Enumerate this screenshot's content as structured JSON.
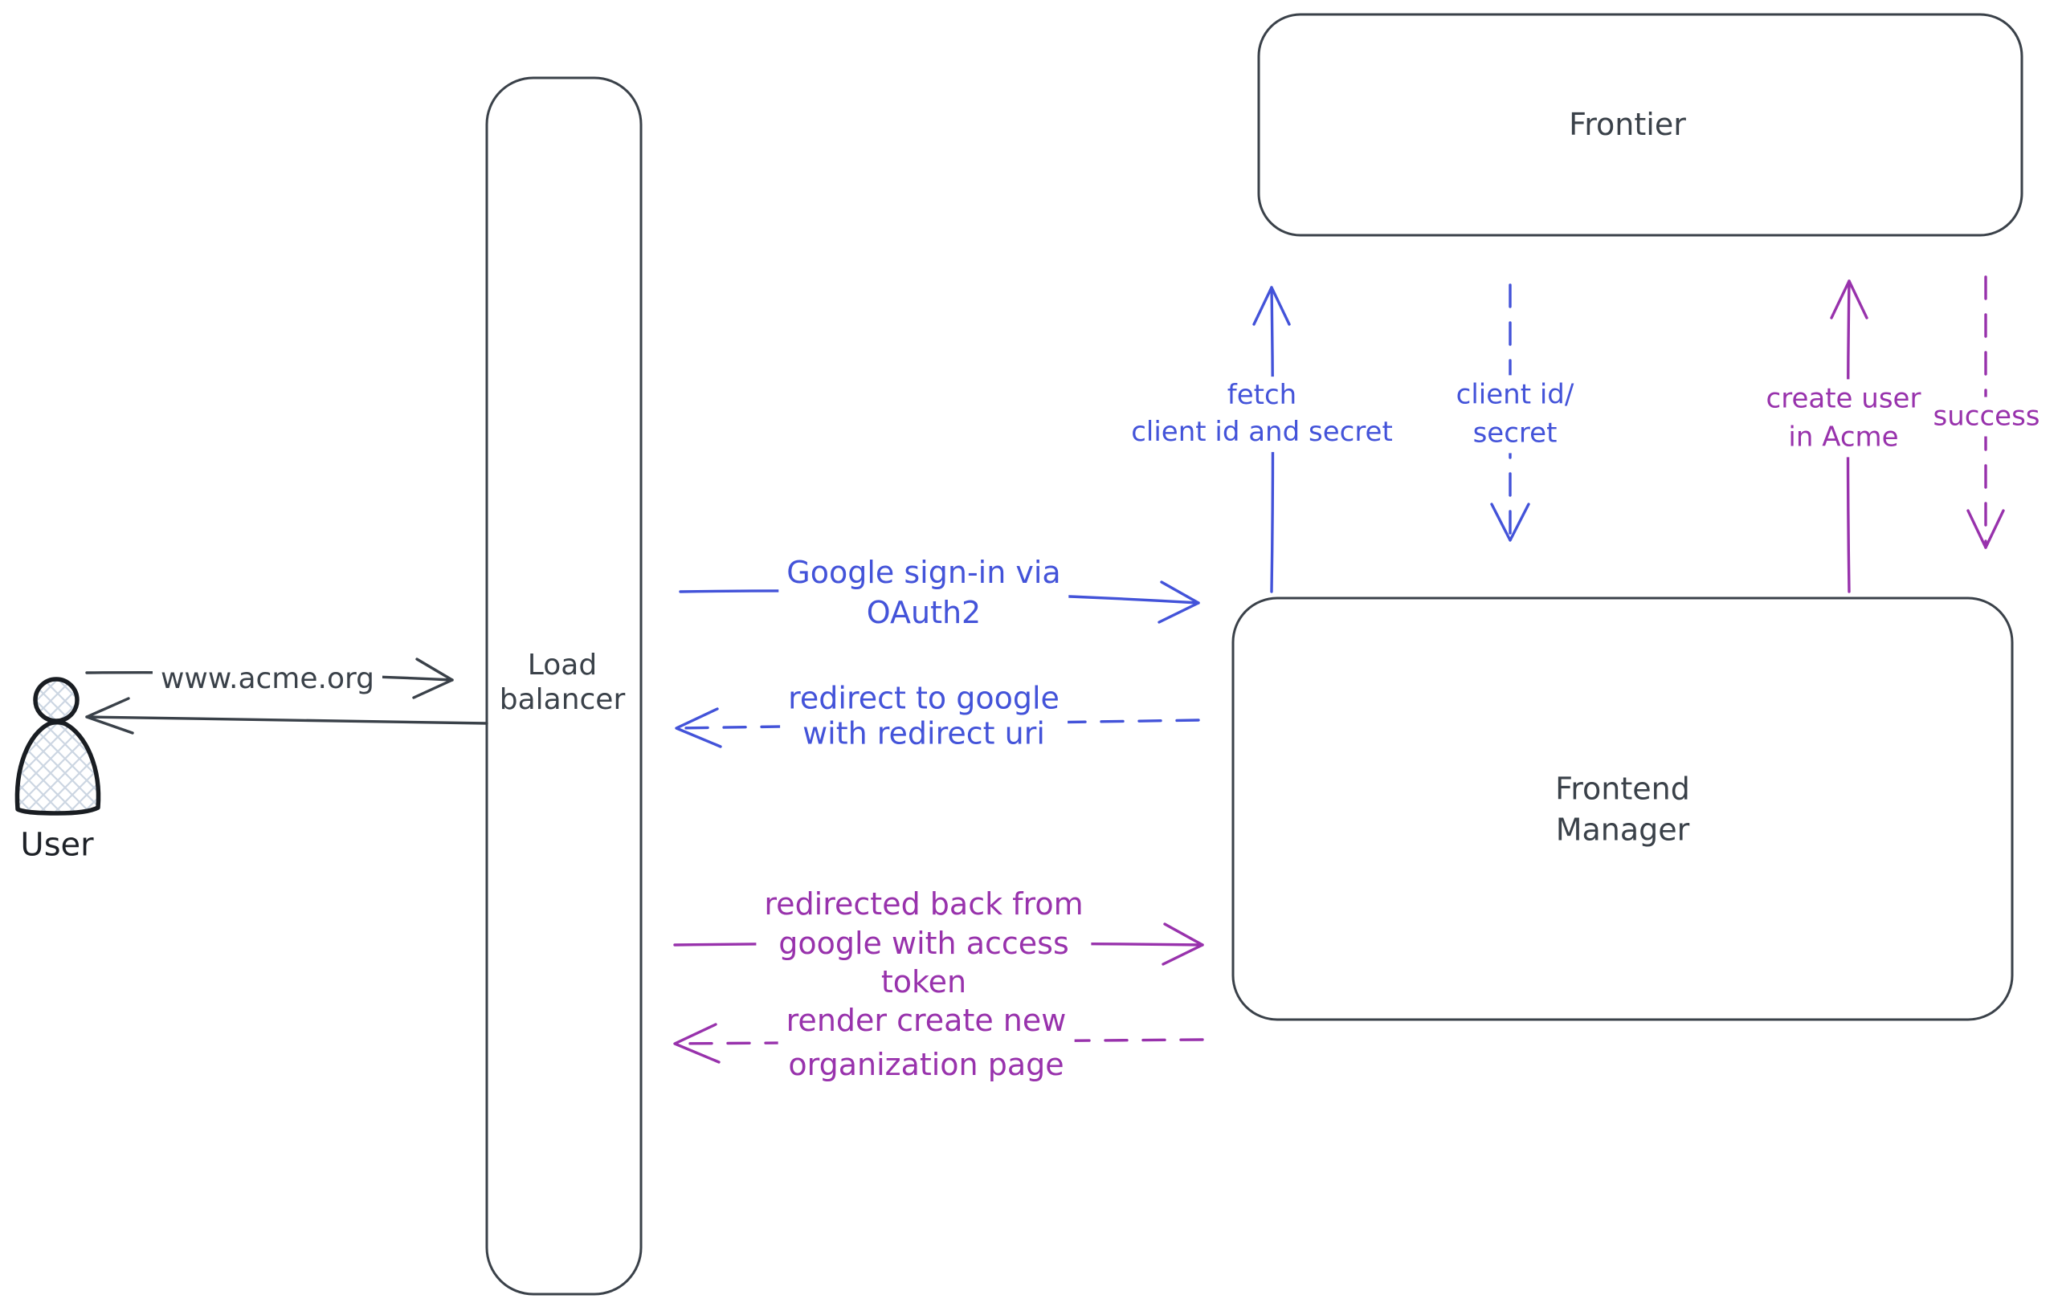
{
  "diagram": {
    "kind": "hand-drawn architecture sequence sketch",
    "background": "#ffffff",
    "colors": {
      "dark": "#3a4149",
      "blue": "#4353d9",
      "purple": "#9832ac",
      "user_outline": "#191d22",
      "hatch_fill": "#ccd6e2"
    },
    "nodes": {
      "user": {
        "label": "User"
      },
      "load_balancer": {
        "label": "Load\nbalancer"
      },
      "frontier": {
        "label": "Frontier"
      },
      "frontend_manager": {
        "label": "Frontend\nManager"
      }
    },
    "edges": {
      "www_acme": {
        "label": "www.acme.org",
        "from": "user",
        "to": "load_balancer",
        "style": "solid",
        "color": "dark"
      },
      "response_to_user": {
        "from": "load_balancer",
        "to": "user",
        "style": "solid",
        "color": "dark"
      },
      "google_signin": {
        "label": "Google sign-in via\nOAuth2",
        "from": "load_balancer",
        "to": "frontend_manager",
        "style": "solid",
        "color": "blue"
      },
      "redirect_to_google": {
        "label": "redirect to google\nwith redirect uri",
        "from": "frontend_manager",
        "to": "load_balancer",
        "style": "dashed",
        "color": "blue"
      },
      "redirected_back": {
        "label": "redirected back from\ngoogle with access\ntoken",
        "from": "load_balancer",
        "to": "frontend_manager",
        "style": "solid",
        "color": "purple"
      },
      "render_org_page": {
        "label": "render create new\norganization page",
        "from": "frontend_manager",
        "to": "load_balancer",
        "style": "dashed",
        "color": "purple"
      },
      "fetch_client_secret": {
        "label": "fetch\nclient id and secret",
        "from": "frontend_manager",
        "to": "frontier",
        "style": "solid",
        "color": "blue"
      },
      "client_id_secret": {
        "label": "client id/\nsecret",
        "from": "frontier",
        "to": "frontend_manager",
        "style": "dashed",
        "color": "blue"
      },
      "create_user": {
        "label": "create user\nin Acme",
        "from": "frontend_manager",
        "to": "frontier",
        "style": "solid",
        "color": "purple"
      },
      "success": {
        "label": "success",
        "from": "frontier",
        "to": "frontend_manager",
        "style": "dashed",
        "color": "purple"
      }
    }
  }
}
